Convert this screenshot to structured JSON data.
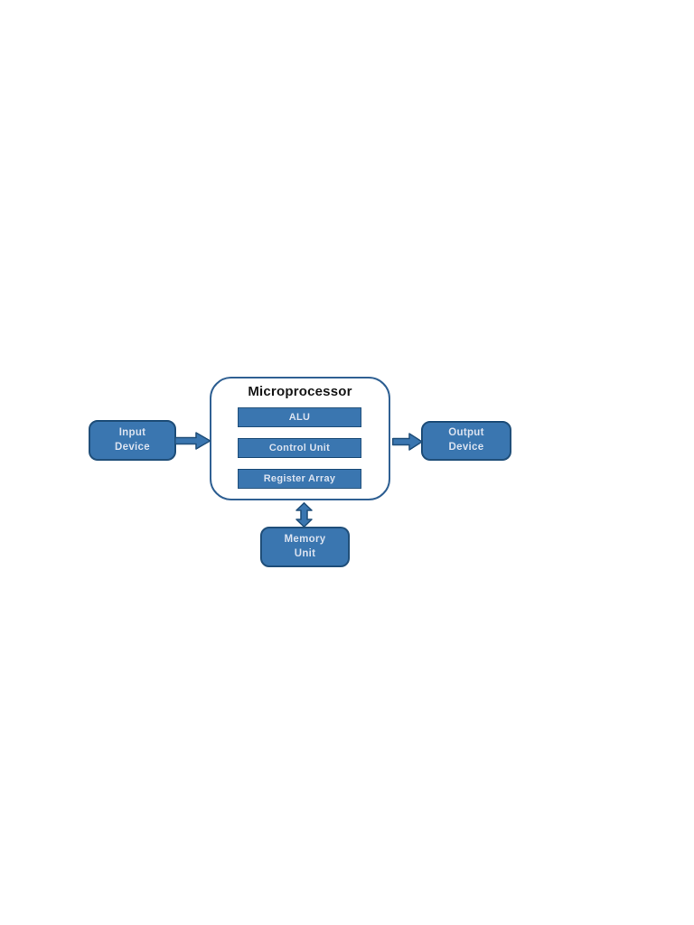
{
  "diagram": {
    "microprocessor": {
      "title": "Microprocessor",
      "blocks": [
        {
          "label": "ALU"
        },
        {
          "label": "Control Unit"
        },
        {
          "label": "Register Array"
        }
      ]
    },
    "nodes": {
      "input_device": {
        "lines": [
          "Input",
          "Device"
        ]
      },
      "output_device": {
        "lines": [
          "Output",
          "Device"
        ]
      },
      "memory_unit": {
        "lines": [
          "Memory",
          "Unit"
        ]
      }
    },
    "icons": {
      "input_arrow": "arrow-right-icon",
      "output_arrow": "arrow-right-icon",
      "memory_arrow": "arrow-double-vertical-icon"
    },
    "colors": {
      "node_fill": "#3a76b0",
      "node_border": "#1f4e79",
      "container_border": "#2e5f92",
      "node_text": "#d9e2f0",
      "title_text": "#161616",
      "arrow_fill": "#3a76b0",
      "arrow_border": "#1f4e79",
      "page_bg": "#ffffff"
    }
  }
}
